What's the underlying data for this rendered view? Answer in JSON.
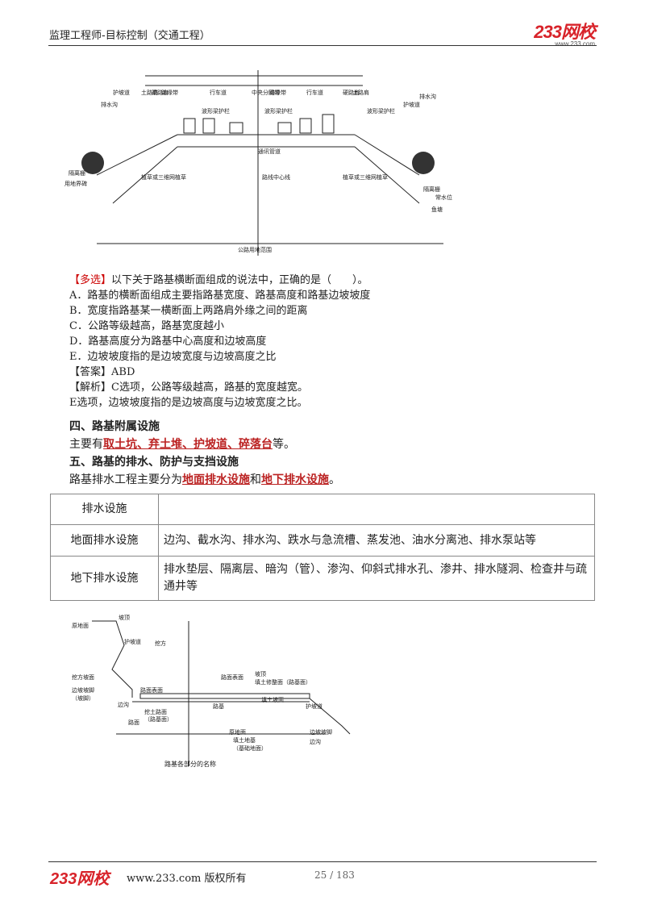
{
  "header": {
    "title": "监理工程师-目标控制（交通工程）",
    "logo_text": "233网校",
    "logo_url": "www.233.com"
  },
  "figure1": {
    "labels": [
      "护坡道",
      "排水沟",
      "土路肩",
      "硬路肩",
      "路缘带",
      "行车道",
      "中央分隔带",
      "路缘带",
      "行车道",
      "硬路肩",
      "土路肩",
      "护坡道",
      "排水沟",
      "波形梁护栏",
      "波形梁护栏",
      "波形梁护栏",
      "隔离栅",
      "用地界碑",
      "植草或三维网植草",
      "通讯管道",
      "路线中心线",
      "植草或三维网植草",
      "隔离栅",
      "常水位",
      "鱼塘",
      "公路用地范围"
    ]
  },
  "question": {
    "tag": "【多选】",
    "stem": "以下关于路基横断面组成的说法中，正确的是（　　）。",
    "options": [
      "A．路基的横断面组成主要指路基宽度、路基高度和路基边坡坡度",
      "B．宽度指路基某一横断面上两路肩外缘之间的距离",
      "C．公路等级越高，路基宽度越小",
      "D．路基高度分为路基中心高度和边坡高度",
      "E．边坡坡度指的是边坡宽度与边坡高度之比"
    ],
    "answer": "【答案】ABD",
    "analysis_tag": "【解析】",
    "analysis_1": "C选项，公路等级越高，路基的宽度越宽。",
    "analysis_2": "E选项，边坡坡度指的是边坡高度与边坡宽度之比。"
  },
  "section4": {
    "heading": "四、路基附属设施",
    "prefix": "主要有",
    "items": "取土坑、弃土堆、护坡道、碎落台",
    "suffix": "等。"
  },
  "section5": {
    "heading": "五、路基的排水、防护与支挡设施",
    "prefix": "路基排水工程主要分为",
    "item1": "地面排水设施",
    "mid": "和",
    "item2": "地下排水设施",
    "suffix": "。"
  },
  "table": {
    "header": [
      "排水设施",
      ""
    ],
    "rows": [
      [
        "地面排水设施",
        "边沟、截水沟、排水沟、跌水与急流槽、蒸发池、油水分离池、排水泵站等"
      ],
      [
        "地下排水设施",
        "排水垫层、隔离层、暗沟（管）、渗沟、仰斜式排水孔、渗井、排水隧洞、检查井与疏通井等"
      ]
    ]
  },
  "figure2": {
    "labels": [
      "坡顶",
      "原地面",
      "护坡道",
      "挖方",
      "挖方坡面",
      "路面表面",
      "边坡坡脚",
      "（坡脚）",
      "边沟",
      "路面",
      "挖土路面",
      "（路基面）",
      "路基",
      "路面表面",
      "坡顶",
      "填土修整面（路基面）",
      "填土坡面",
      "护坡道",
      "原地面",
      "填土地基",
      "（基础地面）",
      "边坡坡脚",
      "边沟",
      "路基各部分的名称"
    ],
    "caption": "路基各部分的名称"
  },
  "footer": {
    "logo": "233网校",
    "text": "www.233.com 版权所有",
    "page": "25 / 183"
  }
}
